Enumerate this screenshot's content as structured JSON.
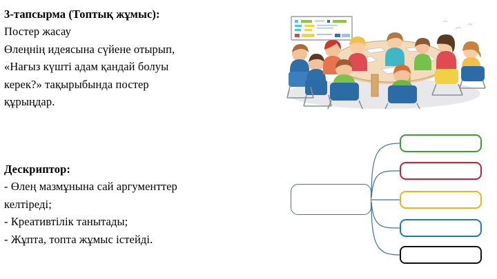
{
  "slide": {
    "background_color": "#ffffff",
    "task": {
      "heading": "3-тапсырма (Топтық жұмыс):",
      "lines": [
        "Постер жасау",
        "Өлеңнің идеясына сүйене отырып,",
        "«Нағыз күшті адам қандай болуы",
        "керек?» тақырыбында постер",
        "құрыңдар."
      ]
    },
    "descriptor": {
      "heading": "Дескриптор:",
      "lines": [
        "- Өлең мазмұнына сай аргументтер",
        "келтіреді;",
        "- Креативтілік танытады;",
        "- Жұпта, топта жұмыс істейді."
      ]
    },
    "illustration": {
      "name": "group-work-clipart",
      "description": "Балалар дөңгелек үстел басында топпен жұмыс істеп отыр",
      "whiteboard": {
        "note_colors": [
          "#45C8D8",
          "#8DC63F",
          "#F2D43C",
          "#E8413A",
          "#2F6FB5"
        ]
      }
    },
    "diagram": {
      "name": "mind-map",
      "root": {
        "label": "",
        "border_color": "#41719C"
      },
      "branches": [
        {
          "label": "",
          "border_color": "#3F9C35",
          "color_name": "green"
        },
        {
          "label": "",
          "border_color": "#C8203C",
          "color_name": "red"
        },
        {
          "label": "",
          "border_color": "#EDB21E",
          "color_name": "yellow"
        },
        {
          "label": "",
          "border_color": "#1C78BE",
          "color_name": "blue"
        },
        {
          "label": "",
          "border_color": "#101010",
          "color_name": "black"
        }
      ],
      "connector_color": "#41719C"
    }
  }
}
